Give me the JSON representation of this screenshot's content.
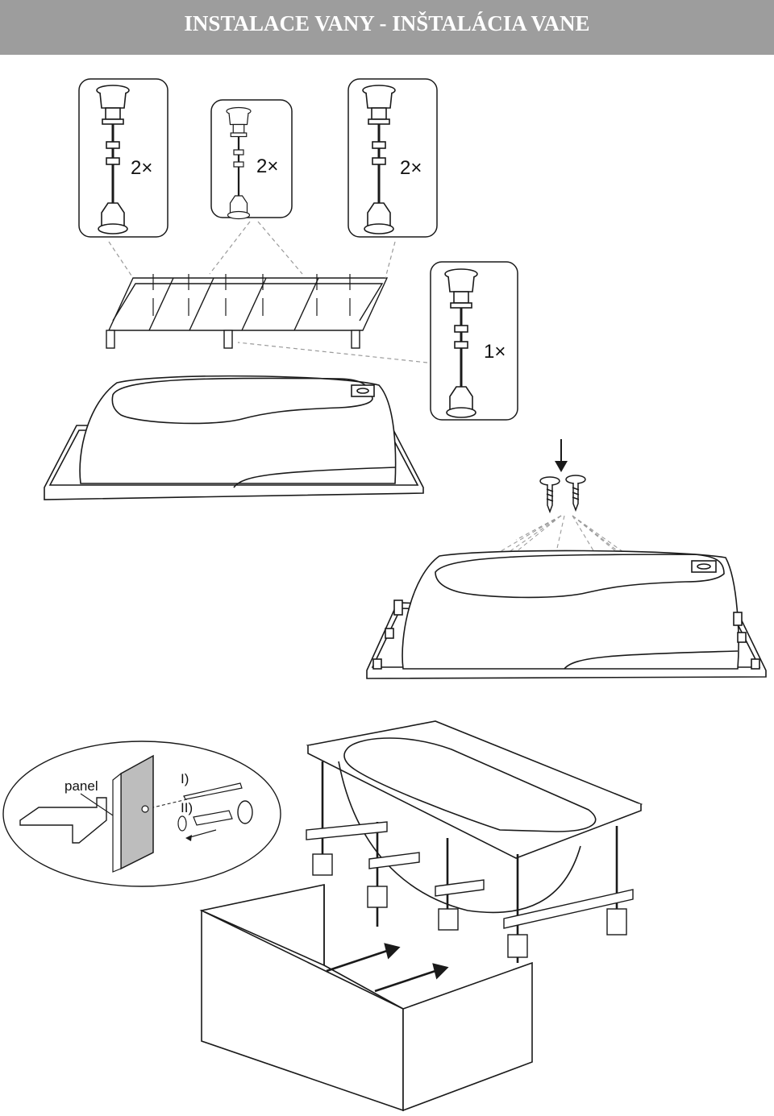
{
  "header": {
    "title": "INSTALACE VANY - INŠTALÁCIA VANE"
  },
  "legs": [
    {
      "count": "2×"
    },
    {
      "count": "2×"
    },
    {
      "count": "2×"
    },
    {
      "count": "1×"
    }
  ],
  "detail": {
    "panel_label": "panel",
    "step1": "I)",
    "step2": "II)"
  },
  "colors": {
    "header_bg": "#9d9d9d",
    "line": "#1a1a1a",
    "dashed": "#9a9a9a",
    "panel_fill": "#bdbdbd"
  }
}
